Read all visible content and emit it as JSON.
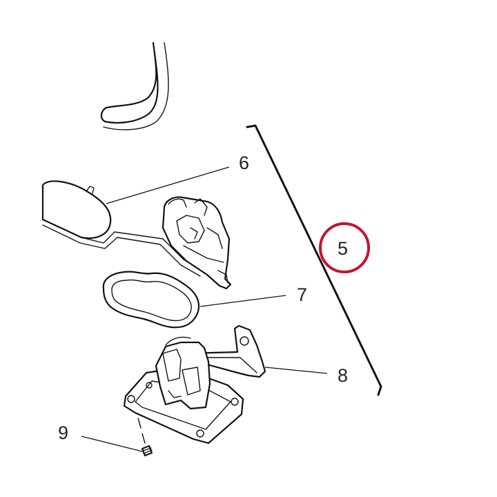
{
  "diagram": {
    "callouts": [
      {
        "id": "5",
        "label": "5",
        "highlighted": true
      },
      {
        "id": "6",
        "label": "6"
      },
      {
        "id": "7",
        "label": "7"
      },
      {
        "id": "8",
        "label": "8"
      },
      {
        "id": "9",
        "label": "9"
      }
    ],
    "colors": {
      "line": "#111111",
      "highlight": "#c8102e",
      "background": "#ffffff"
    }
  }
}
